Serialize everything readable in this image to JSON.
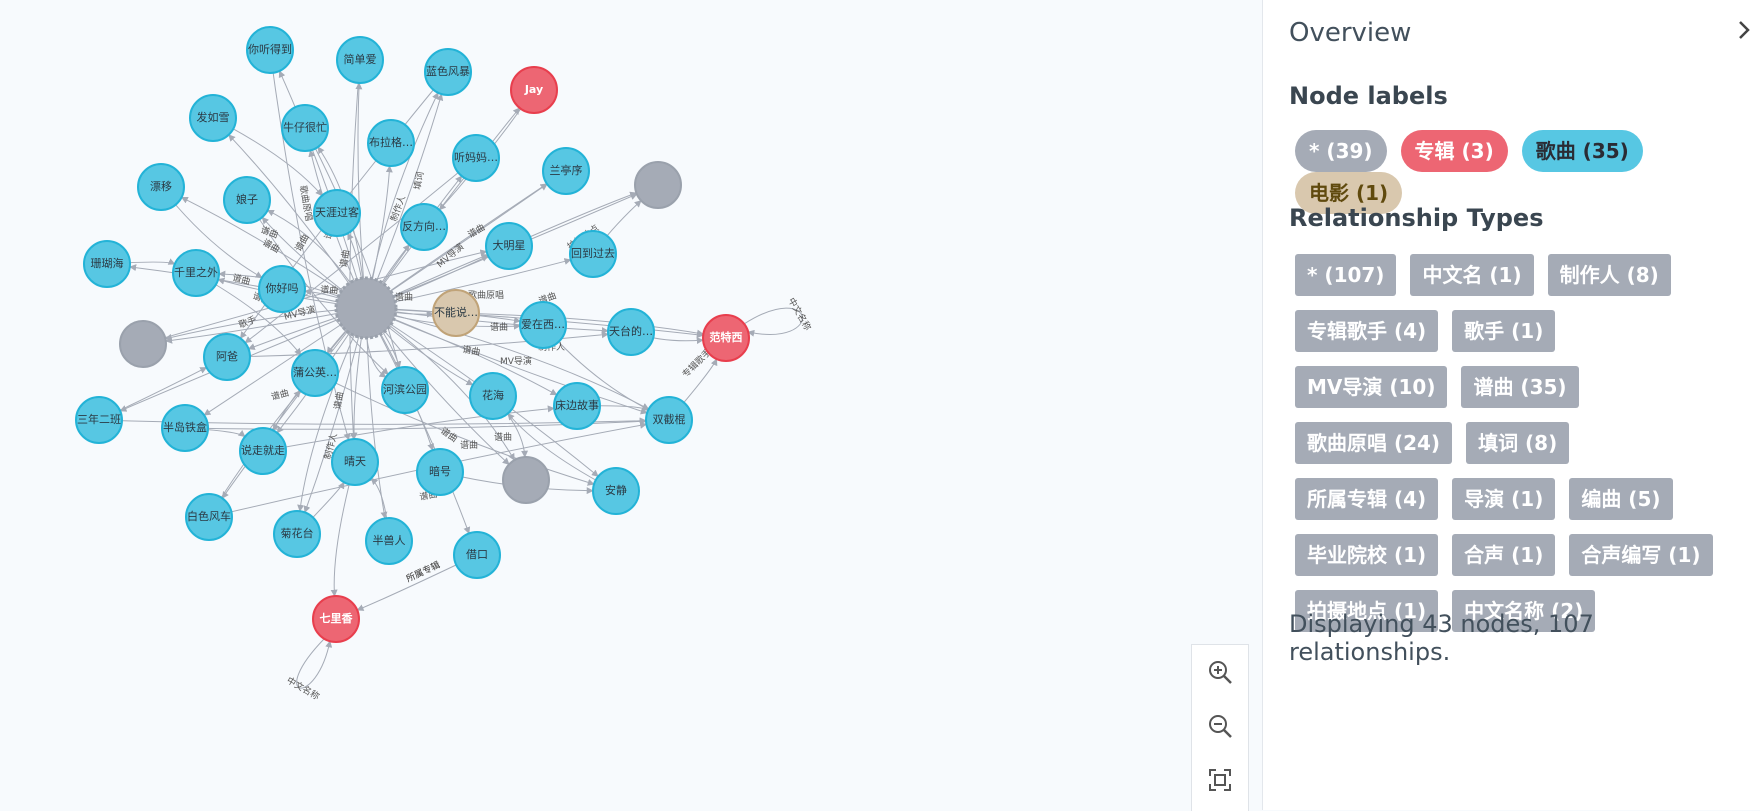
{
  "graph": {
    "nodes": [
      {
        "id": "hub",
        "label": "",
        "type": "unlabeled"
      },
      {
        "id": "n1",
        "label": "你听得到",
        "type": "song"
      },
      {
        "id": "n2",
        "label": "简单爱",
        "type": "song"
      },
      {
        "id": "n3",
        "label": "蓝色风暴",
        "type": "song"
      },
      {
        "id": "jay",
        "label": "Jay",
        "type": "album"
      },
      {
        "id": "n4",
        "label": "发如雪",
        "type": "song"
      },
      {
        "id": "n5",
        "label": "牛仔很忙",
        "type": "song"
      },
      {
        "id": "n6",
        "label": "布拉格…",
        "type": "song"
      },
      {
        "id": "n7",
        "label": "听妈妈…",
        "type": "song"
      },
      {
        "id": "n8",
        "label": "兰亭序",
        "type": "song"
      },
      {
        "id": "g1",
        "label": "",
        "type": "unlabeled"
      },
      {
        "id": "n9",
        "label": "漂移",
        "type": "song"
      },
      {
        "id": "n10",
        "label": "娘子",
        "type": "song"
      },
      {
        "id": "n11",
        "label": "天涯过客",
        "type": "song"
      },
      {
        "id": "n12",
        "label": "反方向…",
        "type": "song"
      },
      {
        "id": "n13",
        "label": "大明星",
        "type": "song"
      },
      {
        "id": "n14",
        "label": "回到过去",
        "type": "song"
      },
      {
        "id": "n15",
        "label": "珊瑚海",
        "type": "song"
      },
      {
        "id": "n16",
        "label": "千里之外",
        "type": "song"
      },
      {
        "id": "n17",
        "label": "你好吗",
        "type": "song"
      },
      {
        "id": "movie",
        "label": "不能说…",
        "type": "movie"
      },
      {
        "id": "n18",
        "label": "爱在西…",
        "type": "song"
      },
      {
        "id": "n19",
        "label": "天台的…",
        "type": "song"
      },
      {
        "id": "fantexi",
        "label": "范特西",
        "type": "album"
      },
      {
        "id": "g2",
        "label": "",
        "type": "unlabeled"
      },
      {
        "id": "n20",
        "label": "阿爸",
        "type": "song"
      },
      {
        "id": "n21",
        "label": "蒲公英…",
        "type": "song"
      },
      {
        "id": "n22",
        "label": "河滨公园",
        "type": "song"
      },
      {
        "id": "n23",
        "label": "花海",
        "type": "song"
      },
      {
        "id": "n24",
        "label": "床边故事",
        "type": "song"
      },
      {
        "id": "n25",
        "label": "双截棍",
        "type": "song"
      },
      {
        "id": "n26",
        "label": "三年二班",
        "type": "song"
      },
      {
        "id": "n27",
        "label": "半岛铁盒",
        "type": "song"
      },
      {
        "id": "n28",
        "label": "说走就走",
        "type": "song"
      },
      {
        "id": "n29",
        "label": "晴天",
        "type": "song"
      },
      {
        "id": "n30",
        "label": "暗号",
        "type": "song"
      },
      {
        "id": "g3",
        "label": "",
        "type": "unlabeled"
      },
      {
        "id": "n31",
        "label": "安静",
        "type": "song"
      },
      {
        "id": "n32",
        "label": "白色风车",
        "type": "song"
      },
      {
        "id": "n33",
        "label": "菊花台",
        "type": "song"
      },
      {
        "id": "n34",
        "label": "半兽人",
        "type": "song"
      },
      {
        "id": "n35",
        "label": "借口",
        "type": "song"
      },
      {
        "id": "qilixiang",
        "label": "七里香",
        "type": "album"
      }
    ],
    "edge_labels": [
      {
        "text": "谱曲"
      },
      {
        "text": "谱曲"
      },
      {
        "text": "谱曲"
      },
      {
        "text": "制作人"
      },
      {
        "text": "填词"
      },
      {
        "text": "歌曲原唱"
      },
      {
        "text": "MV导演"
      },
      {
        "text": "谱曲"
      },
      {
        "text": "谱曲"
      },
      {
        "text": "歌曲原唱"
      },
      {
        "text": "谱曲"
      },
      {
        "text": "谱曲"
      },
      {
        "text": "歌手"
      },
      {
        "text": "MV导演"
      },
      {
        "text": "谱曲"
      },
      {
        "text": "谱曲"
      },
      {
        "text": "谱曲"
      },
      {
        "text": "谱曲"
      },
      {
        "text": "专辑歌手"
      },
      {
        "text": "谱曲"
      },
      {
        "text": "制作人"
      },
      {
        "text": "拍摄地点"
      },
      {
        "text": "所属专辑"
      },
      {
        "text": "所属专辑"
      },
      {
        "text": "中文名称"
      },
      {
        "text": "中文名称"
      },
      {
        "text": "谱曲"
      },
      {
        "text": "MV导演"
      },
      {
        "text": "制作人"
      },
      {
        "text": "谱曲"
      },
      {
        "text": "谱曲"
      },
      {
        "text": "谱曲"
      },
      {
        "text": "谱曲"
      },
      {
        "text": "谱曲"
      },
      {
        "text": "谱曲"
      }
    ]
  },
  "zoom": {
    "zoom_in": "zoom-in-icon",
    "zoom_out": "zoom-out-icon",
    "fit": "fit-icon"
  },
  "sidebar": {
    "title": "Overview",
    "node_labels_title": "Node labels",
    "node_labels": [
      {
        "label": "* (39)",
        "bg": "#a5abb6",
        "fg": "#ffffff"
      },
      {
        "label": "专辑 (3)",
        "bg": "#ed6673",
        "fg": "#ffffff"
      },
      {
        "label": "歌曲 (35)",
        "bg": "#57c7e3",
        "fg": "#2a2c34"
      },
      {
        "label": "电影 (1)",
        "bg": "#d9c8ae",
        "fg": "#604a0e"
      }
    ],
    "rel_types_title": "Relationship Types",
    "rel_types": [
      {
        "label": "* (107)"
      },
      {
        "label": "中文名 (1)"
      },
      {
        "label": "制作人 (8)"
      },
      {
        "label": "专辑歌手 (4)"
      },
      {
        "label": "歌手 (1)"
      },
      {
        "label": "MV导演 (10)"
      },
      {
        "label": "谱曲 (35)"
      },
      {
        "label": "歌曲原唱 (24)"
      },
      {
        "label": "填词 (8)"
      },
      {
        "label": "所属专辑 (4)"
      },
      {
        "label": "导演 (1)"
      },
      {
        "label": "编曲 (5)"
      },
      {
        "label": "毕业院校 (1)"
      },
      {
        "label": "合声 (1)"
      },
      {
        "label": "合声编写 (1)"
      },
      {
        "label": "拍摄地点 (1)"
      },
      {
        "label": "中文名称 (2)"
      }
    ],
    "status": "Displaying 43 nodes, 107 relationships."
  },
  "colors": {
    "song": "#57c7e3",
    "song_stroke": "#23b3d7",
    "album": "#ed6673",
    "album_stroke": "#e83e4d",
    "movie": "#d9c8ae",
    "movie_stroke": "#c0a378",
    "unlabeled": "#a5abb6",
    "unlabeled_stroke": "#9aa1ac"
  }
}
